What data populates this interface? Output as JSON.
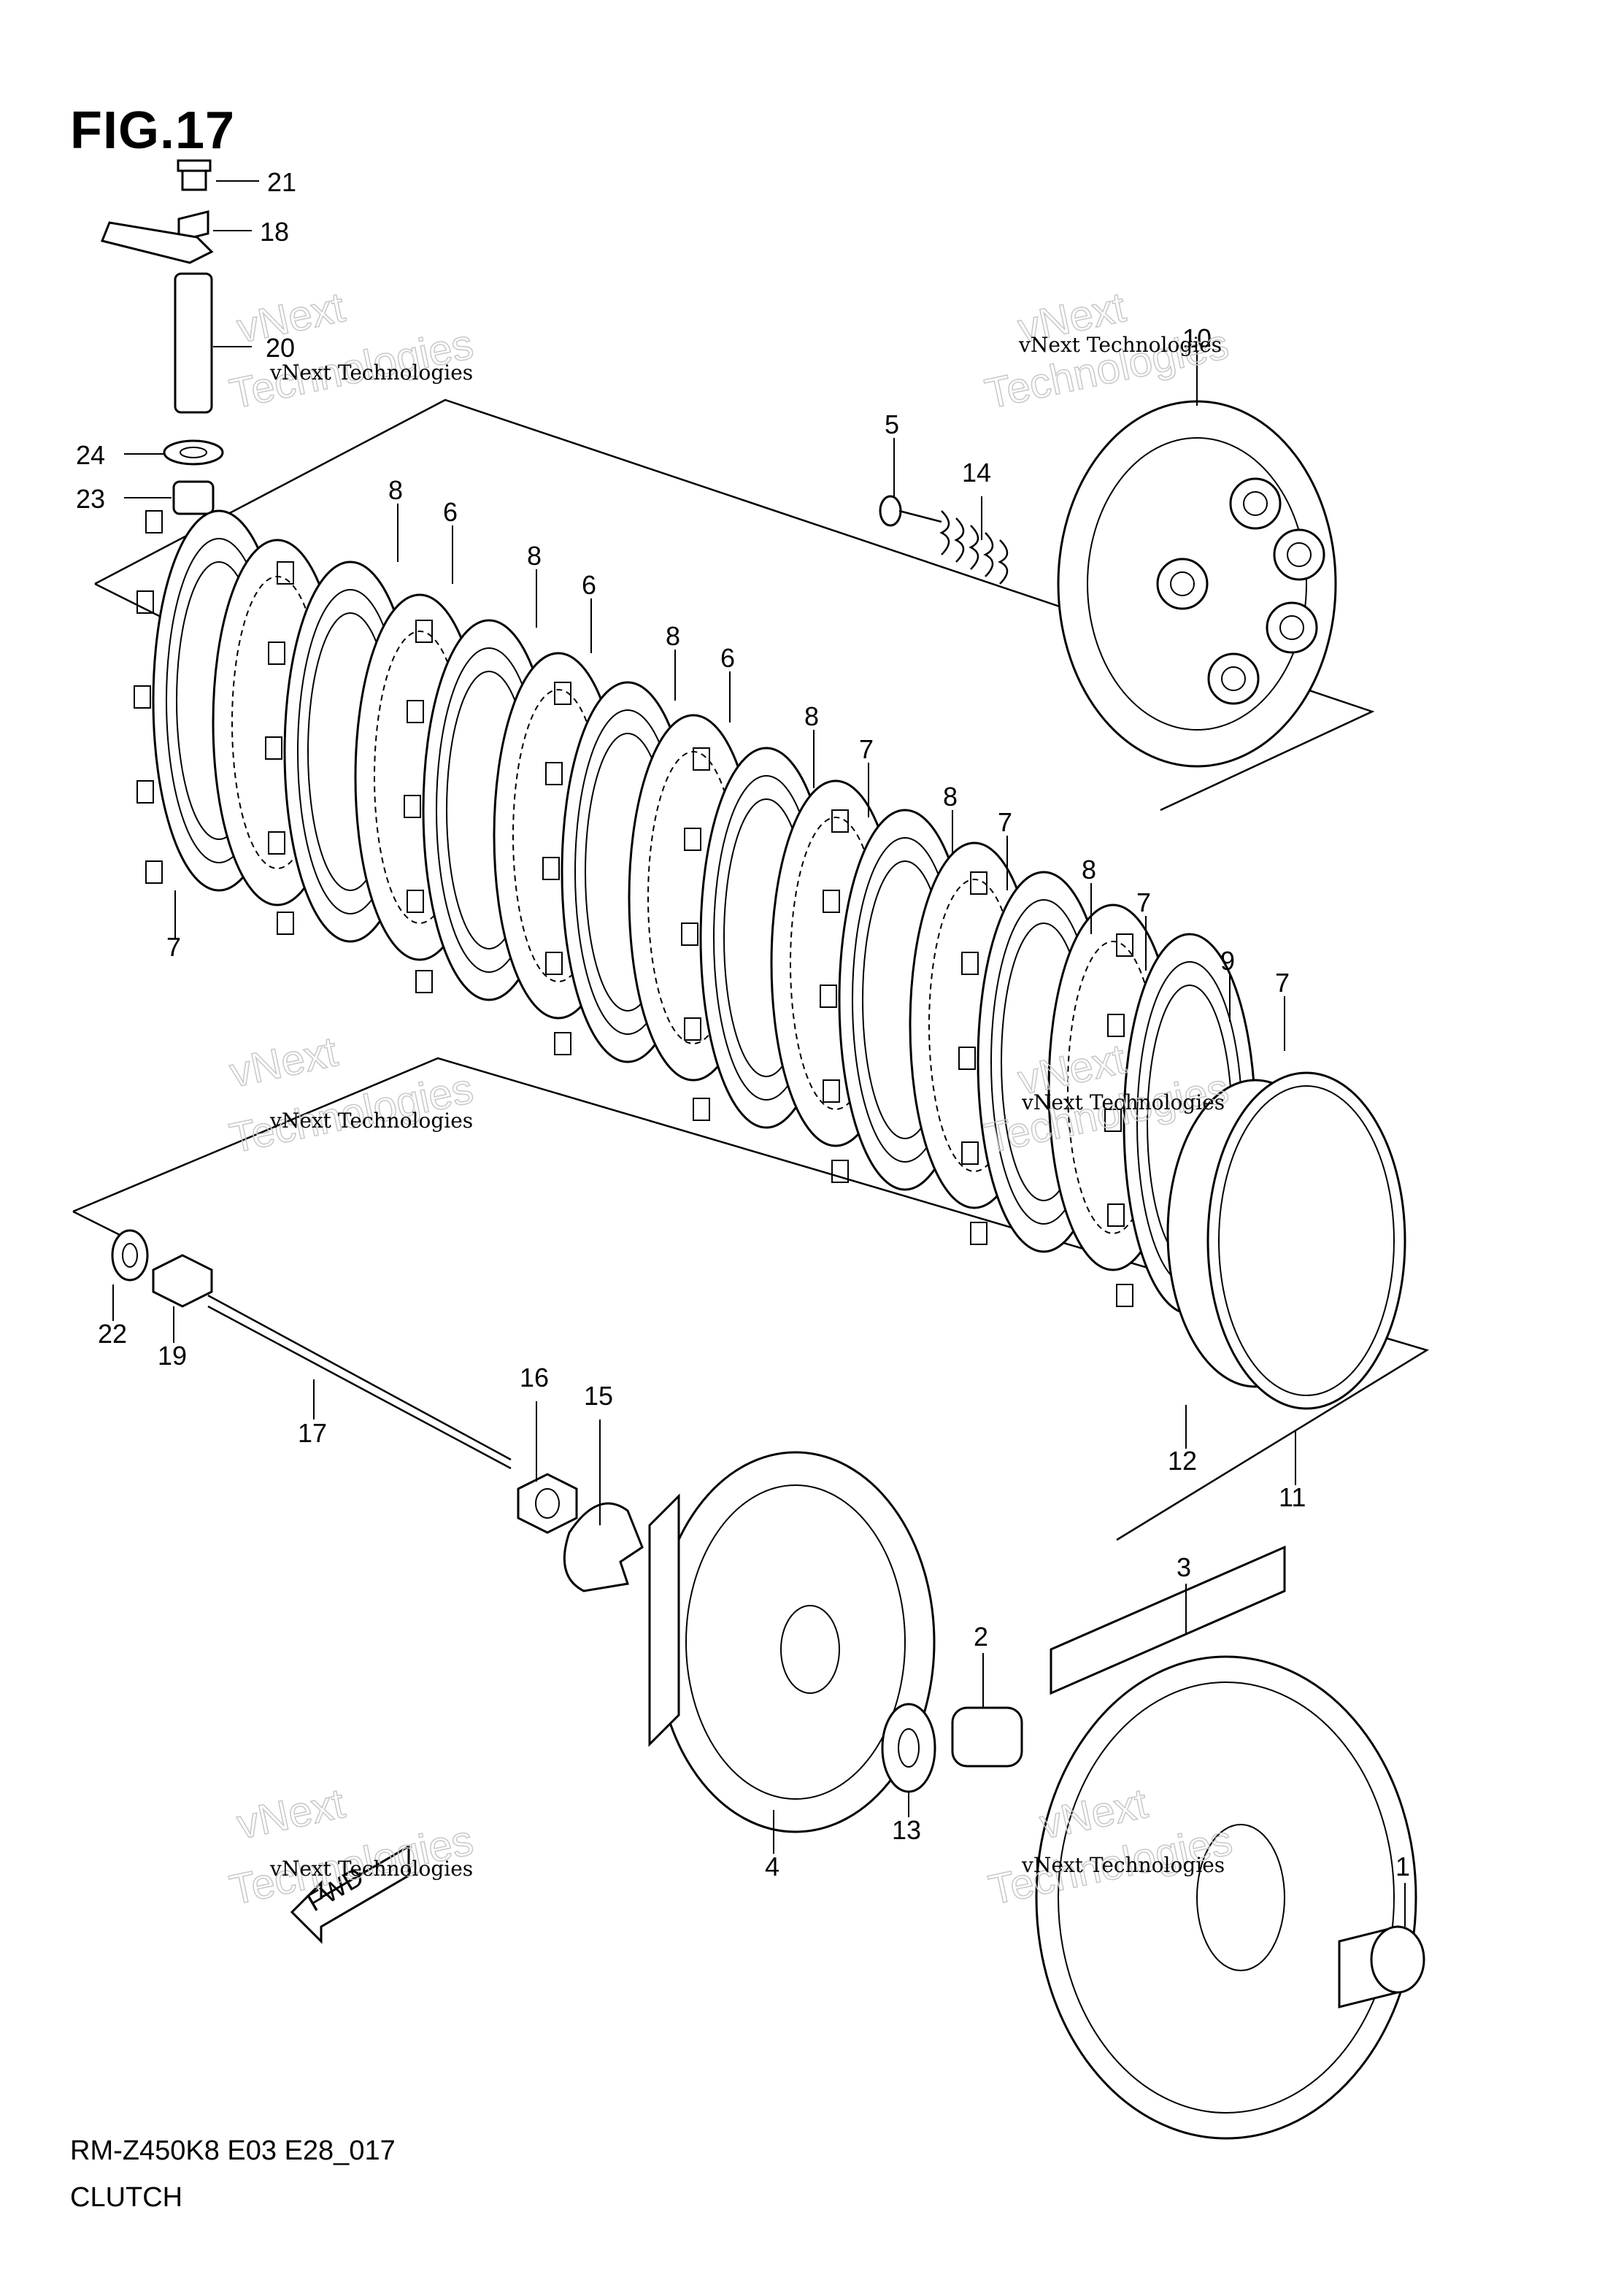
{
  "figure": {
    "title": "FIG.17",
    "model_code": "RM-Z450K8 E03 E28_017",
    "subtitle": "CLUTCH"
  },
  "watermark": {
    "line1": "vNext Technologies",
    "ghost_a": "vNext",
    "ghost_b": "Technologies"
  },
  "fwd_arrow": "FWD",
  "callouts": [
    {
      "id": "c21",
      "text": "21"
    },
    {
      "id": "c18",
      "text": "18"
    },
    {
      "id": "c20",
      "text": "20"
    },
    {
      "id": "c24",
      "text": "24"
    },
    {
      "id": "c23",
      "text": "23"
    },
    {
      "id": "c10",
      "text": "10"
    },
    {
      "id": "c5",
      "text": "5"
    },
    {
      "id": "c14",
      "text": "14"
    },
    {
      "id": "c8a",
      "text": "8"
    },
    {
      "id": "c6a",
      "text": "6"
    },
    {
      "id": "c8b",
      "text": "8"
    },
    {
      "id": "c6b",
      "text": "6"
    },
    {
      "id": "c8c",
      "text": "8"
    },
    {
      "id": "c6c",
      "text": "6"
    },
    {
      "id": "c8d",
      "text": "8"
    },
    {
      "id": "c7a",
      "text": "7"
    },
    {
      "id": "c8e",
      "text": "8"
    },
    {
      "id": "c7b",
      "text": "7"
    },
    {
      "id": "c8f",
      "text": "8"
    },
    {
      "id": "c7c",
      "text": "7"
    },
    {
      "id": "c9",
      "text": "9"
    },
    {
      "id": "c7d",
      "text": "7"
    },
    {
      "id": "c7e",
      "text": "7"
    },
    {
      "id": "c22",
      "text": "22"
    },
    {
      "id": "c19",
      "text": "19"
    },
    {
      "id": "c17",
      "text": "17"
    },
    {
      "id": "c16",
      "text": "16"
    },
    {
      "id": "c15",
      "text": "15"
    },
    {
      "id": "c12",
      "text": "12"
    },
    {
      "id": "c11",
      "text": "11"
    },
    {
      "id": "c3",
      "text": "3"
    },
    {
      "id": "c2",
      "text": "2"
    },
    {
      "id": "c13",
      "text": "13"
    },
    {
      "id": "c4",
      "text": "4"
    },
    {
      "id": "c1",
      "text": "1"
    }
  ]
}
